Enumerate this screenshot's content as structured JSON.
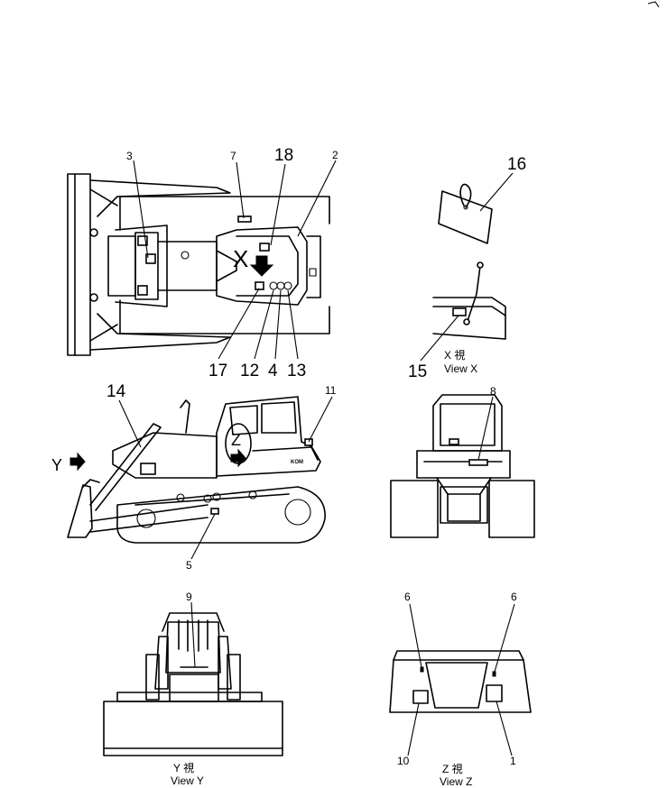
{
  "callouts": {
    "c1": "1",
    "c2": "2",
    "c3": "3",
    "c4": "4",
    "c5": "5",
    "c6a": "6",
    "c6b": "6",
    "c7": "7",
    "c8": "8",
    "c9": "9",
    "c10": "10",
    "c11": "11",
    "c12": "12",
    "c13": "13",
    "c14": "14",
    "c15": "15",
    "c16": "16",
    "c17": "17",
    "c18": "18"
  },
  "view_markers": {
    "x": "X",
    "y": "Y",
    "z": "Z"
  },
  "captions": {
    "view_x_jp": "X   視",
    "view_x": "View  X",
    "view_y_jp": "Y   視",
    "view_y": "View  Y",
    "view_z_jp": "Z   視",
    "view_z": "View  Z"
  },
  "decal_text": "KOM"
}
